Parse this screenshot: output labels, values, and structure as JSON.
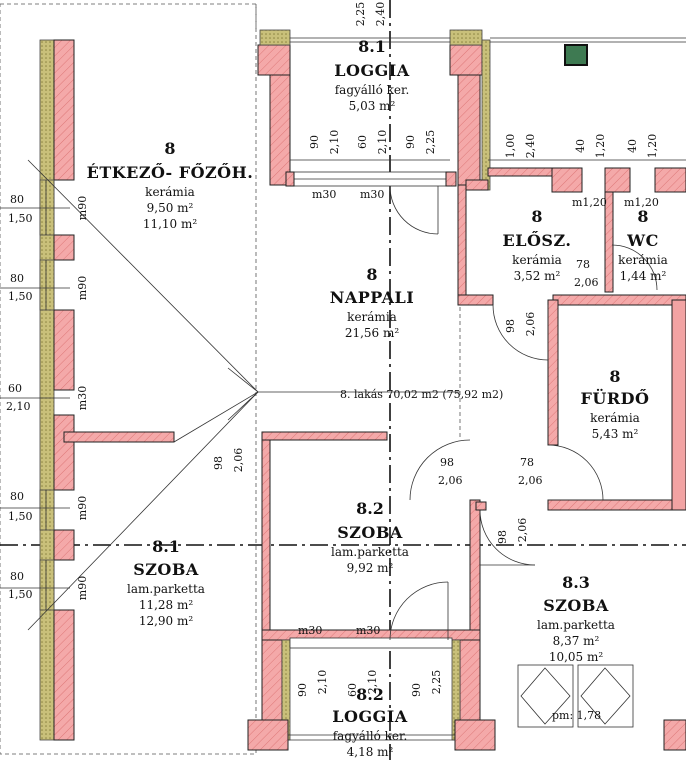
{
  "rooms": {
    "etkezo": {
      "num": "8",
      "name": "ÉTKEZŐ- FŐZŐH.",
      "floor": "kerámia",
      "area": "9,50 m²",
      "area2": "11,10 m²"
    },
    "loggia1": {
      "num": "8.1",
      "name": "LOGGIA",
      "floor": "fagyálló ker.",
      "area": "5,03 m²"
    },
    "nappali": {
      "num": "8",
      "name": "NAPPALI",
      "floor": "kerámia",
      "area": "21,56 m²"
    },
    "elosz": {
      "num": "8",
      "name": "ELŐSZ.",
      "floor": "kerámia",
      "area": "3,52 m²"
    },
    "wc": {
      "num": "8",
      "name": "WC",
      "floor": "kerámia",
      "area": "1,44 m²"
    },
    "furdo": {
      "num": "8",
      "name": "FÜRDŐ",
      "floor": "kerámia",
      "area": "5,43 m²"
    },
    "szoba81": {
      "num": "8.1",
      "name": "SZOBA",
      "floor": "lam.parketta",
      "area": "11,28 m²",
      "area2": "12,90 m²"
    },
    "szoba82": {
      "num": "8.2",
      "name": "SZOBA",
      "floor": "lam.parketta",
      "area": "9,92 m²"
    },
    "szoba83": {
      "num": "8.3",
      "name": "SZOBA",
      "floor": "lam.parketta",
      "area": "8,37 m²",
      "area2": "10,05 m²"
    },
    "loggia2": {
      "num": "8.2",
      "name": "LOGGIA",
      "floor": "fagyálló ker.",
      "area": "4,18 m²"
    }
  },
  "apartment_total": "8. lakás 70,02 m2 (75,92 m2)",
  "left_dims": [
    {
      "a": "80",
      "b": "1,50",
      "m": "m90"
    },
    {
      "a": "80",
      "b": "1,50",
      "m": "m90"
    },
    {
      "a": "60",
      "b": "2,10",
      "m": "m30"
    },
    {
      "a": "80",
      "b": "1,50",
      "m": "m90"
    },
    {
      "a": "80",
      "b": "1,50",
      "m": "m90"
    }
  ],
  "top_dims": {
    "a": "2,25",
    "b": "2,40",
    "loggia_top": [
      "90",
      "2,10",
      "60",
      "2,10",
      "90",
      "2,25"
    ],
    "loggia_m": [
      "m30",
      "m30"
    ],
    "entry": [
      "1,00",
      "2,40"
    ],
    "small": [
      "40",
      "1,20",
      "40",
      "1,20"
    ],
    "small_m": [
      "m1,20",
      "m1,20"
    ]
  },
  "door_dims": {
    "nappali_elosz": [
      "98",
      "2,06"
    ],
    "elosz_furdo": [
      "78",
      "2,06"
    ],
    "etkezo_szoba": [
      "98",
      "2,06"
    ],
    "szoba82_hall": [
      "98",
      "2,06"
    ],
    "hall_furdo": [
      "78",
      "2,06"
    ],
    "hall_szoba83": [
      "98",
      "2,06"
    ]
  },
  "bottom_dims": {
    "m": [
      "m30",
      "m30"
    ],
    "vals": [
      "90",
      "2,10",
      "60",
      "2,10",
      "90",
      "2,25"
    ]
  },
  "pm_label": "pm: 1,78"
}
